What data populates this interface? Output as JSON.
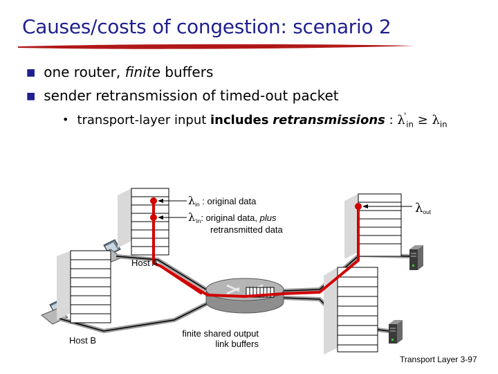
{
  "title": "Causes/costs of congestion: scenario 2",
  "bullets": [
    {
      "pre": "one router, ",
      "em": "finite",
      "post": " buffers"
    },
    {
      "text": "sender retransmission of timed-out packet"
    }
  ],
  "sub_bullet": {
    "pre": "transport-layer input ",
    "bold": "includes",
    "bold_em": "retransmissions",
    "colon": " : ",
    "lambda": "λ",
    "in": "in",
    "prime": "'",
    "geq": "≥"
  },
  "legend": {
    "lambda_in_text": " : original data",
    "lambda_prime_text": ": original data, ",
    "plus": "plus",
    "retrans_text": "retransmitted data",
    "lambda": "λ",
    "in": "in",
    "prime_in": "'in"
  },
  "out_label": {
    "lambda": "λ",
    "out": "out"
  },
  "host_a": "Host A",
  "host_b": "Host B",
  "buffer_caption_1": "finite shared output",
  "buffer_caption_2": "link buffers",
  "footer": "Transport Layer",
  "page": "3-97",
  "colors": {
    "title": "#1f1f8f",
    "accent": "#d10000",
    "underline": "#b01818"
  },
  "icons": [
    "laptop-icon",
    "laptop-icon",
    "server-icon",
    "server-icon",
    "router-icon"
  ]
}
